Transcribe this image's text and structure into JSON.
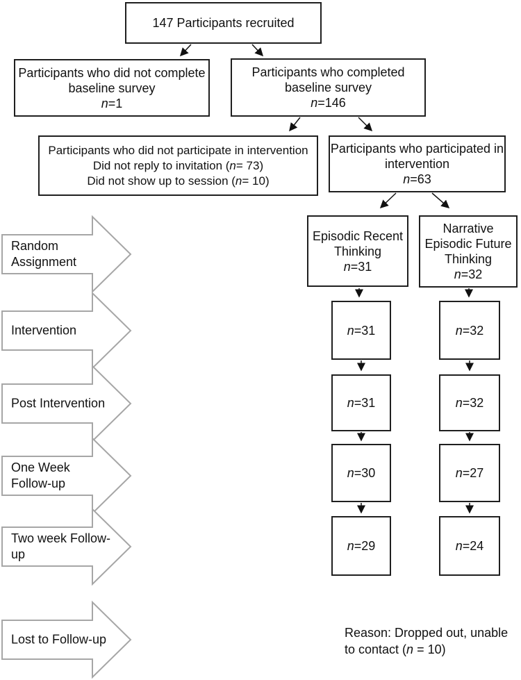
{
  "colors": {
    "box_border": "#1f1f1f",
    "stage_arrow_outline": "#a6a6a6",
    "text": "#111111",
    "background": "#ffffff"
  },
  "boxes": {
    "recruited": {
      "l1": "147 Participants recruited"
    },
    "not_complete": {
      "l1": "Participants who did not complete",
      "l2": "baseline survey",
      "ni": "n",
      "nr": "=1"
    },
    "complete": {
      "l1": "Participants who completed",
      "l2": "baseline survey",
      "ni": "n",
      "nr": "=146"
    },
    "not_participate": {
      "l1": "Participants who did not participate in intervention",
      "l2a": "Did not reply to invitation (",
      "l2i": "n",
      "l2b": "= 73)",
      "l3a": "Did not show up to session (",
      "l3i": "n",
      "l3b": "= 10)"
    },
    "participate": {
      "l1": "Participants who participated in",
      "l2": "intervention",
      "ni": "n",
      "nr": "=63"
    },
    "arm_ert": {
      "l1": "Episodic Recent",
      "l2": "Thinking",
      "ni": "n",
      "nr": "=31"
    },
    "arm_neft": {
      "l1": "Narrative",
      "l2": "Episodic Future",
      "l3": "Thinking",
      "ni": "n",
      "nr": "=32"
    },
    "ert_counts": [
      {
        "i": "n",
        "r": "=31"
      },
      {
        "i": "n",
        "r": "=31"
      },
      {
        "i": "n",
        "r": "=30"
      },
      {
        "i": "n",
        "r": "=29"
      }
    ],
    "neft_counts": [
      {
        "i": "n",
        "r": "=32"
      },
      {
        "i": "n",
        "r": "=32"
      },
      {
        "i": "n",
        "r": "=27"
      },
      {
        "i": "n",
        "r": "=24"
      }
    ]
  },
  "stages": [
    {
      "label": "Random Assignment"
    },
    {
      "label": "Intervention"
    },
    {
      "label": "Post Intervention"
    },
    {
      "label": "One Week Follow-up"
    },
    {
      "label": "Two week Follow-up"
    },
    {
      "label": "Lost to Follow-up"
    }
  ],
  "note": {
    "l1": "Reason: Dropped out, unable",
    "l2a": "to contact (",
    "l2i": "n",
    "l2b": " = 10)"
  }
}
